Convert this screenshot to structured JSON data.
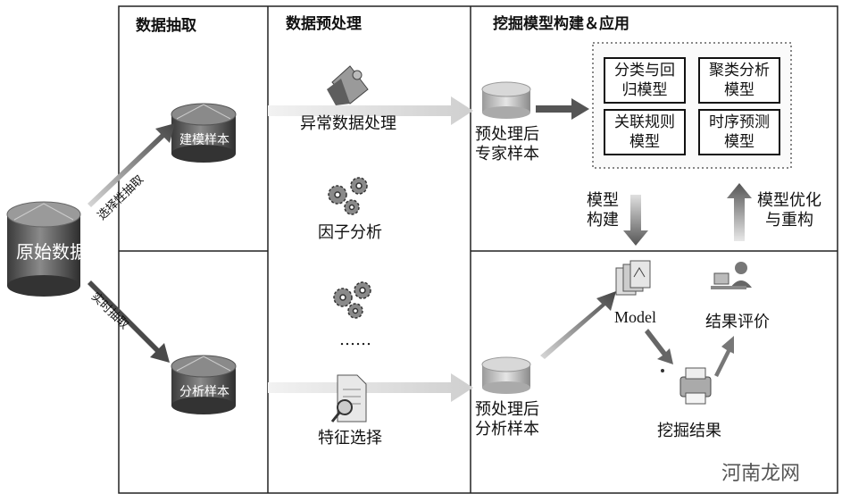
{
  "headers": {
    "extract": "数据抽取",
    "preprocess": "数据预处理",
    "mining": "挖掘模型构建＆应用"
  },
  "source": {
    "label": "原始数据"
  },
  "samples": {
    "model_sample": "建模样本",
    "analysis_sample": "分析样本"
  },
  "arrows": {
    "select_extract": "选择性抽取",
    "realtime_extract": "实时抽取",
    "model_build": [
      "模型",
      "构建"
    ],
    "model_optimize": [
      "模型优化",
      "与重构"
    ]
  },
  "preprocess_steps": {
    "anomaly": "异常数据处理",
    "factor": "因子分析",
    "ellipsis": "……",
    "feature": "特征选择"
  },
  "expert_samples": {
    "top": [
      "预处理后",
      "专家样本"
    ],
    "bottom": [
      "预处理后",
      "分析样本"
    ]
  },
  "models": {
    "classification": [
      "分类与回",
      "归模型"
    ],
    "clustering": [
      "聚类分析",
      "模型"
    ],
    "association": [
      "关联规则",
      "模型"
    ],
    "timeseries": [
      "时序预测",
      "模型"
    ]
  },
  "application": {
    "model": "Model",
    "evaluation": "结果评价",
    "mining_result": "挖掘结果"
  },
  "watermark": "河南龙网"
}
